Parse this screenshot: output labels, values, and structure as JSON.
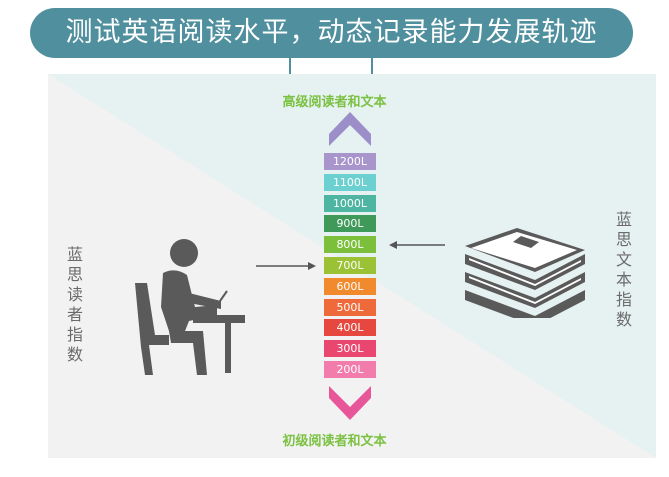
{
  "title": "测试英语阅读水平，动态记录能力发展轨迹",
  "top_label": "高级阅读者和文本",
  "bottom_label": "初级阅读者和文本",
  "left_label": "蓝思读者指数",
  "right_label": "蓝思文本指数",
  "levels": [
    {
      "label": "1200L",
      "color": "#a895cc"
    },
    {
      "label": "1100L",
      "color": "#6ccfd0"
    },
    {
      "label": "1000L",
      "color": "#4fb5a3"
    },
    {
      "label": "900L",
      "color": "#3f9a5a"
    },
    {
      "label": "800L",
      "color": "#7bbf3a"
    },
    {
      "label": "700L",
      "color": "#9ac234"
    },
    {
      "label": "600L",
      "color": "#f08a2c"
    },
    {
      "label": "500L",
      "color": "#ef6a3a"
    },
    {
      "label": "400L",
      "color": "#e6473e"
    },
    {
      "label": "300L",
      "color": "#e9476f"
    },
    {
      "label": "200L",
      "color": "#f27cab"
    }
  ],
  "arrow_up_color": "#9c8ec9",
  "arrow_down_color": "#e8569a",
  "banner_color": "#4f8f9e",
  "label_color": "#7bc142",
  "icons": [
    "reader-at-desk-icon",
    "book-stack-icon"
  ]
}
